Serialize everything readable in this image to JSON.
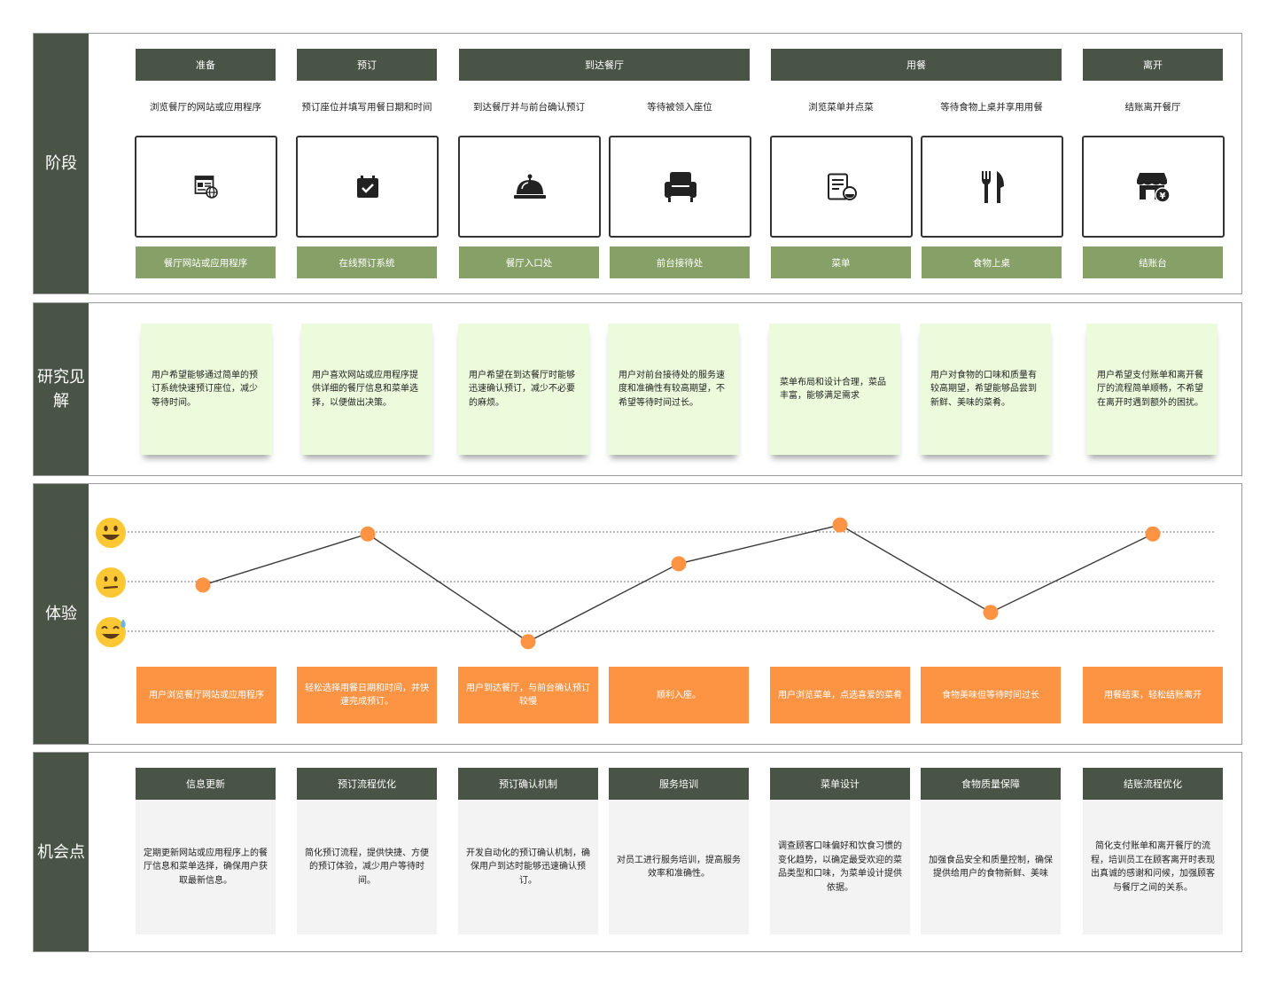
{
  "sections": {
    "stage_label": "阶段",
    "research_label": "研究见解",
    "experience_label": "体验",
    "opportunity_label": "机会点"
  },
  "phases": [
    "准备",
    "预订",
    "到达餐厅",
    "用餐",
    "离开"
  ],
  "steps": [
    {
      "desc": "浏览餐厅的网站或应用程序",
      "icon": "website-icon",
      "touchpoint": "餐厅网站或应用程序",
      "insight": "用户希望能够通过简单的预订系统快速预订座位，减少等待时间。",
      "experience": "用户浏览餐厅网站或应用程序",
      "opp_title": "信息更新",
      "opp_body": "定期更新网站或应用程序上的餐厅信息和菜单选择，确保用户获取最新信息。"
    },
    {
      "desc": "预订座位并填写用餐日期和时间",
      "icon": "calendar-check-icon",
      "touchpoint": "在线预订系统",
      "insight": "用户喜欢网站或应用程序提供详细的餐厅信息和菜单选择，以便做出决策。",
      "experience": "轻松选择用餐日期和时间，并快速完成预订。",
      "opp_title": "预订流程优化",
      "opp_body": "简化预订流程，提供快捷、方便的预订体验，减少用户等待时间。"
    },
    {
      "desc": "到达餐厅并与前台确认预订",
      "icon": "service-bell-icon",
      "touchpoint": "餐厅入口处",
      "insight": "用户希望在到达餐厅时能够迅速确认预订，减少不必要的麻烦。",
      "experience": "用户到达餐厅，与前台确认预订较慢",
      "opp_title": "预订确认机制",
      "opp_body": "开发自动化的预订确认机制，确保用户到达时能够迅速确认预订。"
    },
    {
      "desc": "等待被领入座位",
      "icon": "armchair-icon",
      "touchpoint": "前台接待处",
      "insight": "用户对前台接待处的服务速度和准确性有较高期望，不希望等待时间过长。",
      "experience": "顺利入座。",
      "opp_title": "服务培训",
      "opp_body": "对员工进行服务培训，提高服务效率和准确性。"
    },
    {
      "desc": "浏览菜单并点菜",
      "icon": "menu-list-icon",
      "touchpoint": "菜单",
      "insight": "菜单布局和设计合理，菜品丰富，能够满足需求",
      "experience": "用户浏览菜单，点选喜爱的菜肴",
      "opp_title": "菜单设计",
      "opp_body": "调查顾客口味偏好和饮食习惯的变化趋势，以确定最受欢迎的菜品类型和口味，为菜单设计提供依据。"
    },
    {
      "desc": "等待食物上桌并享用用餐",
      "icon": "fork-knife-icon",
      "touchpoint": "食物上桌",
      "insight": "用户对食物的口味和质量有较高期望，希望能够品尝到新鲜、美味的菜肴。",
      "experience": "食物美味但等待时间过长",
      "opp_title": "食物质量保障",
      "opp_body": "加强食品安全和质量控制，确保提供给用户的食物新鲜、美味"
    },
    {
      "desc": "结账离开餐厅",
      "icon": "store-payment-icon",
      "touchpoint": "结账台",
      "insight": "用户希望支付账单和离开餐厅的流程简单顺畅，不希望在离开时遇到额外的困扰。",
      "experience": "用餐结束，轻松结账离开",
      "opp_title": "结账流程优化",
      "opp_body": "简化支付账单和离开餐厅的流程，培训员工在顾客离开时表现出真诚的感谢和问候，加强顾客与餐厅之间的关系。"
    }
  ],
  "emotion_levels": [
    "happy-emoji-icon",
    "neutral-emoji-icon",
    "sweat-smile-emoji-icon"
  ],
  "emotion_scores": [
    0.93,
    1.96,
    -0.21,
    1.36,
    2.14,
    0.38,
    1.96
  ],
  "colors": {
    "dark": "#4a5446",
    "green": "#86a068",
    "sticky": "#ecfbdc",
    "orange": "#fd9444",
    "line": "#3a3a3a"
  }
}
